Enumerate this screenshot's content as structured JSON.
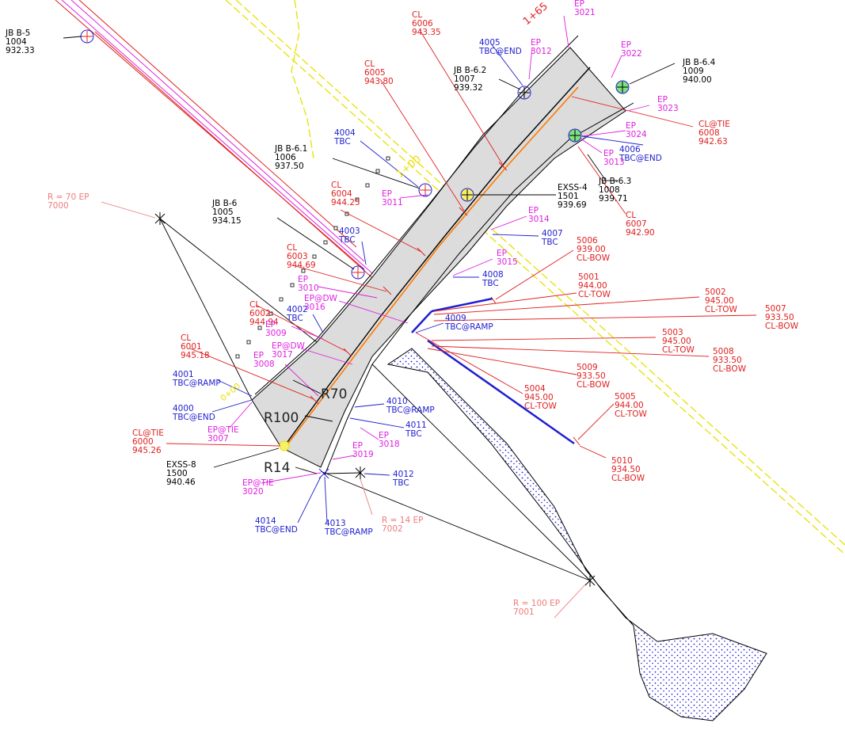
{
  "colors": {
    "red": "#e02020",
    "blue": "#1f1fd0",
    "magenta": "#e020e0",
    "pink": "#ef7b7b",
    "yellow": "#e8e000",
    "gray": "#dcdcdc",
    "orange": "#ff7a00",
    "black": "#000000"
  },
  "stations": {
    "s0": "0+00",
    "s100": "1+00",
    "s165": "1+65"
  },
  "radius_marks": {
    "r70": "R70",
    "r100": "R100",
    "r14": "R14"
  },
  "labels": [
    {
      "id": "jb-b5",
      "color": "black",
      "lines": [
        "JB B-5",
        "1004",
        "932.33"
      ]
    },
    {
      "id": "jb-b61",
      "color": "black",
      "lines": [
        "JB B-6.1",
        "1006",
        "937.50"
      ]
    },
    {
      "id": "jb-b6",
      "color": "black",
      "lines": [
        "JB B-6",
        "1005",
        "934.15"
      ]
    },
    {
      "id": "jb-b62",
      "color": "black",
      "lines": [
        "JB B-6.2",
        "1007",
        "939.32"
      ]
    },
    {
      "id": "jb-b64",
      "color": "black",
      "lines": [
        "JB B-6.4",
        "1009",
        "940.00"
      ]
    },
    {
      "id": "jb-b63",
      "color": "black",
      "lines": [
        "JB B-6.3",
        "1008",
        "939.71"
      ]
    },
    {
      "id": "exss4",
      "color": "black",
      "lines": [
        "EXSS-4",
        "1501",
        "939.69"
      ]
    },
    {
      "id": "exss8",
      "color": "black",
      "lines": [
        "EXSS-8",
        "1500",
        "940.46"
      ]
    },
    {
      "id": "cl6006",
      "color": "red",
      "lines": [
        "CL",
        "6006",
        "943.35"
      ]
    },
    {
      "id": "cl6005",
      "color": "red",
      "lines": [
        "CL",
        "6005",
        "943.80"
      ]
    },
    {
      "id": "cl6004",
      "color": "red",
      "lines": [
        "CL",
        "6004",
        "944.25"
      ]
    },
    {
      "id": "cl6003",
      "color": "red",
      "lines": [
        "CL",
        "6003",
        "944.69"
      ]
    },
    {
      "id": "cl6002",
      "color": "red",
      "lines": [
        "CL",
        "6002",
        "944.94"
      ]
    },
    {
      "id": "cl6001",
      "color": "red",
      "lines": [
        "CL",
        "6001",
        "945.18"
      ]
    },
    {
      "id": "cltie6000",
      "color": "red",
      "lines": [
        "CL@TIE",
        "6000",
        "945.26"
      ]
    },
    {
      "id": "cltie6008",
      "color": "red",
      "lines": [
        "CL@TIE",
        "6008",
        "942.63"
      ]
    },
    {
      "id": "cl6007",
      "color": "red",
      "lines": [
        "CL",
        "6007",
        "942.90"
      ]
    },
    {
      "id": "p5006",
      "color": "red",
      "lines": [
        "5006",
        "939.00",
        "CL-BOW"
      ]
    },
    {
      "id": "p5001",
      "color": "red",
      "lines": [
        "5001",
        "944.00",
        "CL-TOW"
      ]
    },
    {
      "id": "p5002",
      "color": "red",
      "lines": [
        "5002",
        "945.00",
        "CL-TOW"
      ]
    },
    {
      "id": "p5007",
      "color": "red",
      "lines": [
        "5007",
        "933.50",
        "CL-BOW"
      ]
    },
    {
      "id": "p5003",
      "color": "red",
      "lines": [
        "5003",
        "945.00",
        "CL-TOW"
      ]
    },
    {
      "id": "p5008",
      "color": "red",
      "lines": [
        "5008",
        "933.50",
        "CL-BOW"
      ]
    },
    {
      "id": "p5009",
      "color": "red",
      "lines": [
        "5009",
        "933.50",
        "CL-BOW"
      ]
    },
    {
      "id": "p5004",
      "color": "red",
      "lines": [
        "5004",
        "945.00",
        "CL-TOW"
      ]
    },
    {
      "id": "p5005",
      "color": "red",
      "lines": [
        "5005",
        "944.00",
        "CL-TOW"
      ]
    },
    {
      "id": "p5010",
      "color": "red",
      "lines": [
        "5010",
        "934.50",
        "CL-BOW"
      ]
    },
    {
      "id": "ep3021",
      "color": "magenta",
      "lines": [
        "EP",
        "3021"
      ]
    },
    {
      "id": "ep3012",
      "color": "magenta",
      "lines": [
        "EP",
        "3012"
      ]
    },
    {
      "id": "ep3022",
      "color": "magenta",
      "lines": [
        "EP",
        "3022"
      ]
    },
    {
      "id": "ep3023",
      "color": "magenta",
      "lines": [
        "EP",
        "3023"
      ]
    },
    {
      "id": "ep3024",
      "color": "magenta",
      "lines": [
        "EP",
        "3024"
      ]
    },
    {
      "id": "ep3013",
      "color": "magenta",
      "lines": [
        "EP",
        "3013"
      ]
    },
    {
      "id": "ep3011",
      "color": "magenta",
      "lines": [
        "EP",
        "3011"
      ]
    },
    {
      "id": "ep3014",
      "color": "magenta",
      "lines": [
        "EP",
        "3014"
      ]
    },
    {
      "id": "ep3015",
      "color": "magenta",
      "lines": [
        "EP",
        "3015"
      ]
    },
    {
      "id": "ep3010",
      "color": "magenta",
      "lines": [
        "EP",
        "3010"
      ]
    },
    {
      "id": "epdw3016",
      "color": "magenta",
      "lines": [
        "EP@DW",
        "3016"
      ]
    },
    {
      "id": "ep3009",
      "color": "magenta",
      "lines": [
        "EP",
        "3009"
      ]
    },
    {
      "id": "epdw3017",
      "color": "magenta",
      "lines": [
        "EP@DW",
        "3017"
      ]
    },
    {
      "id": "ep3008",
      "color": "magenta",
      "lines": [
        "EP",
        "3008"
      ]
    },
    {
      "id": "eptie3007",
      "color": "magenta",
      "lines": [
        "EP@TIE",
        "3007"
      ]
    },
    {
      "id": "ep3019",
      "color": "magenta",
      "lines": [
        "EP",
        "3019"
      ]
    },
    {
      "id": "ep3018",
      "color": "magenta",
      "lines": [
        "EP",
        "3018"
      ]
    },
    {
      "id": "eptie3020",
      "color": "magenta",
      "lines": [
        "EP@TIE",
        "3020"
      ]
    },
    {
      "id": "tbc4005",
      "color": "blue",
      "lines": [
        "4005",
        "TBC@END"
      ]
    },
    {
      "id": "tbc4004",
      "color": "blue",
      "lines": [
        "4004",
        "TBC"
      ]
    },
    {
      "id": "tbc4006",
      "color": "blue",
      "lines": [
        "4006",
        "TBC@END"
      ]
    },
    {
      "id": "tbc4003",
      "color": "blue",
      "lines": [
        "4003",
        "TBC"
      ]
    },
    {
      "id": "tbc4007",
      "color": "blue",
      "lines": [
        "4007",
        "TBC"
      ]
    },
    {
      "id": "tbc4008",
      "color": "blue",
      "lines": [
        "4008",
        "TBC"
      ]
    },
    {
      "id": "tbc4002",
      "color": "blue",
      "lines": [
        "4002",
        "TBC"
      ]
    },
    {
      "id": "tbc4009",
      "color": "blue",
      "lines": [
        "4009",
        "TBC@RAMP"
      ]
    },
    {
      "id": "tbc4001",
      "color": "blue",
      "lines": [
        "4001",
        "TBC@RAMP"
      ]
    },
    {
      "id": "tbc4000",
      "color": "blue",
      "lines": [
        "4000",
        "TBC@END"
      ]
    },
    {
      "id": "tbc4010",
      "color": "blue",
      "lines": [
        "4010",
        "TBC@RAMP"
      ]
    },
    {
      "id": "tbc4011",
      "color": "blue",
      "lines": [
        "4011",
        "TBC"
      ]
    },
    {
      "id": "tbc4012",
      "color": "blue",
      "lines": [
        "4012",
        "TBC"
      ]
    },
    {
      "id": "tbc4014",
      "color": "blue",
      "lines": [
        "4014",
        "TBC@END"
      ]
    },
    {
      "id": "tbc4013",
      "color": "blue",
      "lines": [
        "4013",
        "TBC@RAMP"
      ]
    },
    {
      "id": "r7000",
      "color": "pink",
      "lines": [
        "R = 70 EP",
        "7000"
      ]
    },
    {
      "id": "r7002",
      "color": "pink",
      "lines": [
        "R = 14 EP",
        "7002"
      ]
    },
    {
      "id": "r7001",
      "color": "pink",
      "lines": [
        "R = 100 EP",
        "7001"
      ]
    }
  ]
}
